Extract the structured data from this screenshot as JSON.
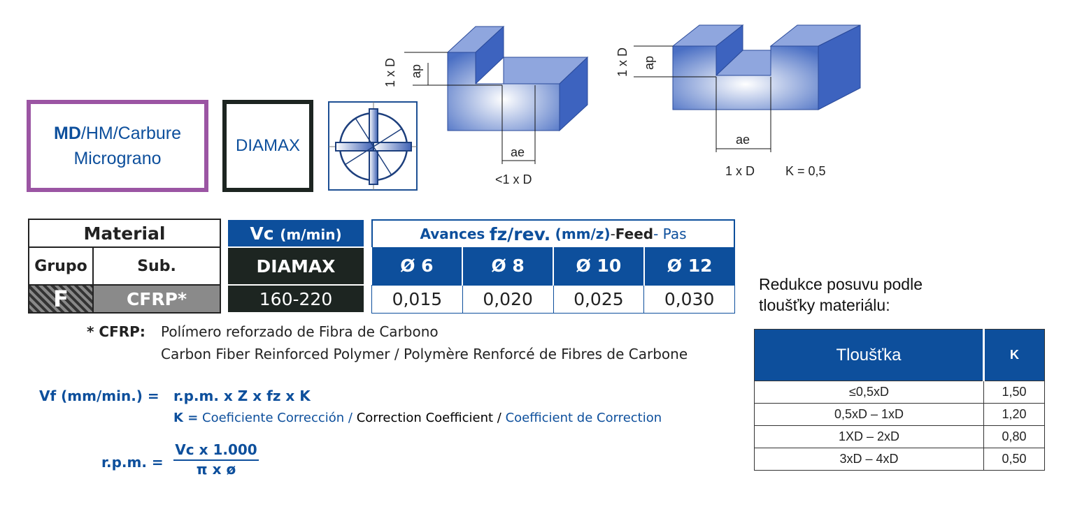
{
  "material_box": {
    "line1_bold": "MD",
    "line1_rest": "/HM/Carbure",
    "line2": "Micrograno"
  },
  "tool_box": {
    "label": "DIAMAX"
  },
  "diagram1": {
    "left_dim": "1 x D",
    "ap": "ap",
    "ae": "ae",
    "bottom": "<1 x D"
  },
  "diagram2": {
    "left_dim": "1 x D",
    "ap": "ap",
    "ae": "ae",
    "bottom": "1 x D",
    "k": "K = 0,5"
  },
  "material_table": {
    "header": "Material",
    "col1": "Grupo",
    "col2": "Sub.",
    "group": "F",
    "sub": "CFRP*"
  },
  "vc_table": {
    "header_bold": "Vc",
    "header_unit": "(m/min)",
    "tool": "DIAMAX",
    "value": "160-220"
  },
  "feed_table": {
    "header_a": "Avances",
    "header_b": "fz/rev.",
    "header_c": "(mm/z)",
    "header_d": " - ",
    "header_e": "Feed",
    "header_f": " - Pas",
    "diameters": [
      "Ø 6",
      "Ø 8",
      "Ø 10",
      "Ø 12"
    ],
    "values": [
      "0,015",
      "0,020",
      "0,025",
      "0,030"
    ]
  },
  "footnote": {
    "label": "* CFRP:",
    "line1": "Polímero reforzado de Fibra de Carbono",
    "line2": "Carbon Fiber Reinforced Polymer / Polymère Renforcé de Fibres de Carbone"
  },
  "formula_vf": {
    "lhs": "Vf (mm/min.) =",
    "rhs": "r.p.m. x Z x fz x K",
    "k_label": "K =",
    "k_es": " Coeficiente Corrección /",
    "k_en": " Correction Coefficient /",
    "k_fr": " Coefficient de Correction"
  },
  "formula_rpm": {
    "lhs": "r.p.m. =",
    "num": "Vc x 1.000",
    "den": "π x ø"
  },
  "reduction": {
    "title_line1": "Redukce posuvu podle",
    "title_line2": "tloušťky materiálu:",
    "col1": "Tloušťka",
    "col2": "K",
    "rows": [
      {
        "t": "≤0,5xD",
        "k": "1,50"
      },
      {
        "t": "0,5xD – 1xD",
        "k": "1,20"
      },
      {
        "t": "1XD – 2xD",
        "k": "0,80"
      },
      {
        "t": "3xD – 4xD",
        "k": "0,50"
      }
    ]
  },
  "colors": {
    "blue": "#0d4f9c",
    "purple": "#9b55a3",
    "dark": "#1d2521"
  }
}
